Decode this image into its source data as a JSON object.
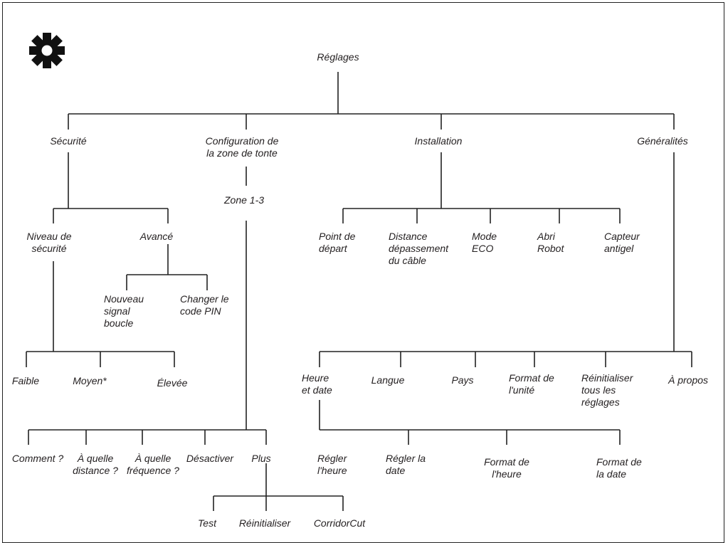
{
  "colors": {
    "ink": "#231f20",
    "line": "#222222",
    "background": "#ffffff"
  },
  "icon": "gear-icon",
  "tree": {
    "root": "Réglages",
    "branches": {
      "securite": {
        "label": "Sécurité",
        "niveau": {
          "label": "Niveau de\nsécurité",
          "options": [
            "Faible",
            "Moyen*",
            "Élevée"
          ]
        },
        "avance": {
          "label": "Avancé",
          "items": [
            "Nouveau\nsignal\nboucle",
            "Changer le\ncode PIN"
          ]
        }
      },
      "zone": {
        "label": "Configuration de\nla zone de tonte",
        "zones": "Zone 1-3",
        "items": [
          "Comment ?",
          "À quelle\ndistance ?",
          "À quelle\nfréquence ?",
          "Désactiver",
          "Plus"
        ],
        "plus_items": [
          "Test",
          "Réinitialiser",
          "CorridorCut"
        ]
      },
      "installation": {
        "label": "Installation",
        "items": [
          "Point de\ndépart",
          "Distance\ndépassement\ndu câble",
          "Mode\nECO",
          "Abri\nRobot",
          "Capteur\nantigel"
        ]
      },
      "generalites": {
        "label": "Généralités",
        "items": [
          "Heure\net date",
          "Langue",
          "Pays",
          "Format de\nl'unité",
          "Réinitialiser\ntous les\nréglages",
          "À propos"
        ],
        "heure_items": [
          "Régler\nl'heure",
          "Régler la\ndate",
          "Format de\nl'heure",
          "Format de\nla date"
        ]
      }
    }
  }
}
